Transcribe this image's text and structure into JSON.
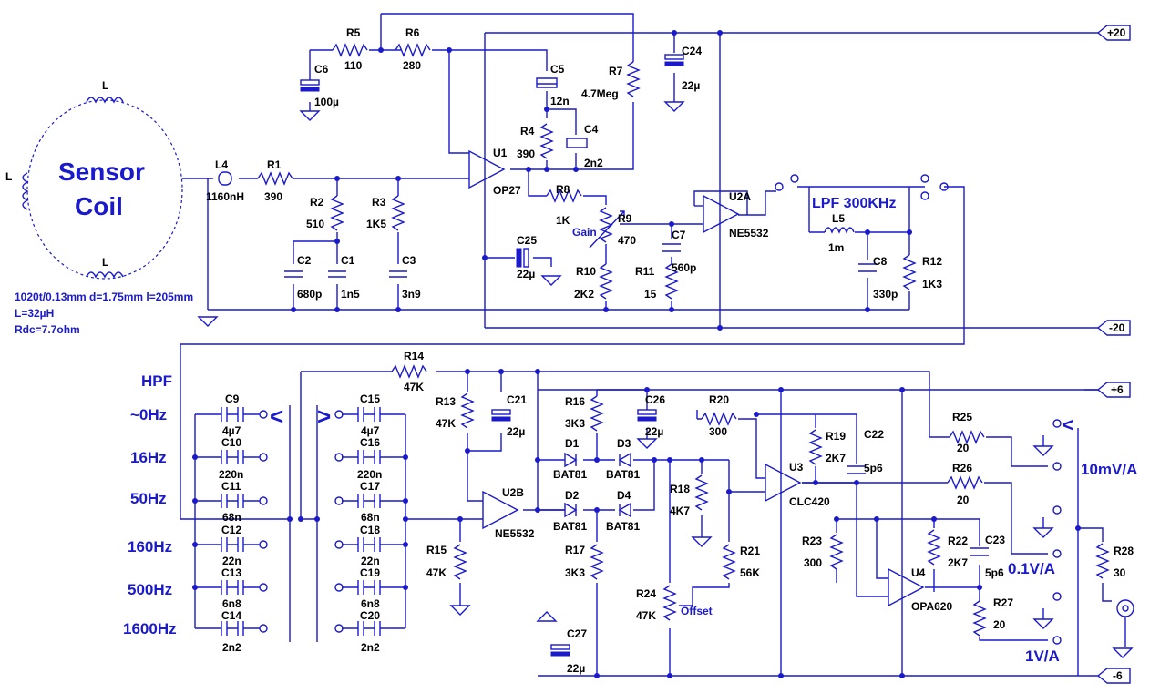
{
  "colors": {
    "wire": "#1a1acc",
    "text": "#000000",
    "background": "#ffffff"
  },
  "title": {
    "line1": "Sensor",
    "line2": "Coil"
  },
  "coil": {
    "L_top": "L",
    "L_left": "L",
    "L_bottom": "L",
    "spec1": "1020t/0.13mm d=1.75mm l=205mm",
    "spec2": "L=32µH",
    "spec3": "Rdc=7.7ohm"
  },
  "rails": {
    "p20": "+20",
    "m20": "-20",
    "p6": "+6",
    "m6": "-6"
  },
  "comps": {
    "L4": {
      "n": "L4",
      "v": "1160nH"
    },
    "R1": {
      "n": "R1",
      "v": "390"
    },
    "R2": {
      "n": "R2",
      "v": "510"
    },
    "R3": {
      "n": "R3",
      "v": "1K5"
    },
    "C1": {
      "n": "C1",
      "v": "1n5"
    },
    "C2": {
      "n": "C2",
      "v": "680p"
    },
    "C3": {
      "n": "C3",
      "v": "3n9"
    },
    "R5": {
      "n": "R5",
      "v": "110"
    },
    "R6": {
      "n": "R6",
      "v": "280"
    },
    "C6": {
      "n": "C6",
      "v": "100µ"
    },
    "C5": {
      "n": "C5",
      "v": "12n"
    },
    "R7": {
      "n": "R7",
      "v": "4.7Meg"
    },
    "C24": {
      "n": "C24",
      "v": "22µ"
    },
    "R4": {
      "n": "R4",
      "v": "390"
    },
    "C4": {
      "n": "C4",
      "v": "2n2"
    },
    "U1": {
      "n": "U1",
      "v": "OP27"
    },
    "R8": {
      "n": "R8",
      "v": "1K"
    },
    "R9": {
      "n": "R9",
      "v": "470",
      "extra": "Gain"
    },
    "R10": {
      "n": "R10",
      "v": "2K2"
    },
    "C25": {
      "n": "C25",
      "v": "22µ"
    },
    "C7": {
      "n": "C7",
      "v": "560p"
    },
    "R11": {
      "n": "R11",
      "v": "15"
    },
    "U2A": {
      "n": "U2A",
      "v": "NE5532"
    },
    "L5": {
      "n": "L5",
      "v": "1m"
    },
    "C8": {
      "n": "C8",
      "v": "330p"
    },
    "R12": {
      "n": "R12",
      "v": "1K3"
    },
    "R14": {
      "n": "R14",
      "v": "47K"
    },
    "R13": {
      "n": "R13",
      "v": "47K"
    },
    "C21": {
      "n": "C21",
      "v": "22µ"
    },
    "R15": {
      "n": "R15",
      "v": "47K"
    },
    "U2B": {
      "n": "U2B",
      "v": "NE5532"
    },
    "R16": {
      "n": "R16",
      "v": "3K3"
    },
    "R17": {
      "n": "R17",
      "v": "3K3"
    },
    "C26": {
      "n": "C26",
      "v": "22µ"
    },
    "D1": {
      "n": "D1",
      "v": "BAT81"
    },
    "D2": {
      "n": "D2",
      "v": "BAT81"
    },
    "D3": {
      "n": "D3",
      "v": "BAT81"
    },
    "D4": {
      "n": "D4",
      "v": "BAT81"
    },
    "R18": {
      "n": "R18",
      "v": "4K7"
    },
    "R20": {
      "n": "R20",
      "v": "300"
    },
    "R21": {
      "n": "R21",
      "v": "56K"
    },
    "R24": {
      "n": "R24",
      "v": "47K",
      "extra": "Offset"
    },
    "C27": {
      "n": "C27",
      "v": "22µ"
    },
    "U3": {
      "n": "U3",
      "v": "CLC420"
    },
    "R19": {
      "n": "R19",
      "v": "2K7"
    },
    "C22": {
      "n": "C22",
      "v": "5p6"
    },
    "R25": {
      "n": "R25",
      "v": "20"
    },
    "R26": {
      "n": "R26",
      "v": "20"
    },
    "R23": {
      "n": "R23",
      "v": "300"
    },
    "R22": {
      "n": "R22",
      "v": "2K7"
    },
    "C23": {
      "n": "C23",
      "v": "5p6"
    },
    "U4": {
      "n": "U4",
      "v": "OPA620"
    },
    "R27": {
      "n": "R27",
      "v": "20"
    },
    "R28": {
      "n": "R28",
      "v": "30"
    }
  },
  "hpf": {
    "title": "HPF",
    "freqs": [
      "~0Hz",
      "16Hz",
      "50Hz",
      "160Hz",
      "500Hz",
      "1600Hz"
    ],
    "bankA": [
      {
        "n": "C9",
        "v": "4µ7"
      },
      {
        "n": "C10",
        "v": "220n"
      },
      {
        "n": "C11",
        "v": "68n"
      },
      {
        "n": "C12",
        "v": "22n"
      },
      {
        "n": "C13",
        "v": "6n8"
      },
      {
        "n": "C14",
        "v": "2n2"
      }
    ],
    "bankB": [
      {
        "n": "C15",
        "v": "4µ7"
      },
      {
        "n": "C16",
        "v": "220n"
      },
      {
        "n": "C17",
        "v": "68n"
      },
      {
        "n": "C18",
        "v": "22n"
      },
      {
        "n": "C19",
        "v": "6n8"
      },
      {
        "n": "C20",
        "v": "2n2"
      }
    ],
    "sel_left": "<",
    "sel_right": ">"
  },
  "lpf": {
    "title": "LPF 300KHz"
  },
  "outputs": {
    "o1": "10mV/A",
    "o2": "0.1V/A",
    "o3": "1V/A"
  }
}
